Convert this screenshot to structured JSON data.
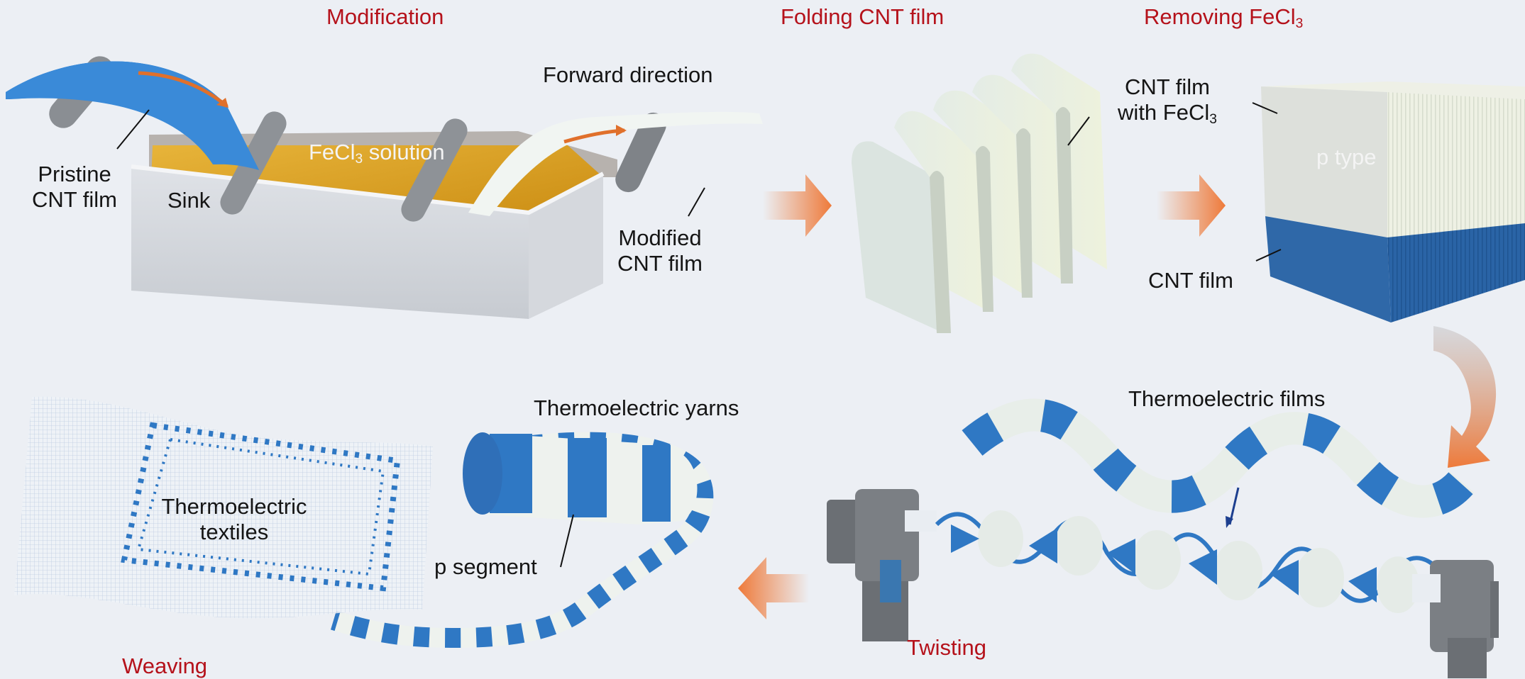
{
  "figure": {
    "stages": {
      "modification": "Modification",
      "folding": "Folding CNT film",
      "removing": "Removing FeCl",
      "removing_sub": "3",
      "twisting": "Twisting",
      "weaving": "Weaving"
    },
    "labels": {
      "pristine_line1": "Pristine",
      "pristine_line2": "CNT film",
      "sink": "Sink",
      "solution": "FeCl",
      "solution_sub": "3",
      "solution_suffix": " solution",
      "forward_direction": "Forward direction",
      "modified_line1": "Modified",
      "modified_line2": "CNT film",
      "cnt_with_fecl3_line1": "CNT film",
      "cnt_with_fecl3_line2": "with FeCl",
      "cnt_with_fecl3_sub": "3",
      "p_type": "p type",
      "cnt_film": "CNT film",
      "thermoelectric_films": "Thermoelectric films",
      "thermoelectric_yarns": "Thermoelectric yarns",
      "p_segment": "p segment",
      "textiles_line1": "Thermoelectric",
      "textiles_line2": "textiles"
    },
    "colors": {
      "stage_text": "#b5121b",
      "cnt_blue": "#2f78c4",
      "doped_white": "#eef3ee",
      "arrow_orange": "#ee7a3a",
      "solution_amber": "#d99a1c",
      "machine_gray": "#6f7378",
      "background": "#eceff4"
    }
  }
}
